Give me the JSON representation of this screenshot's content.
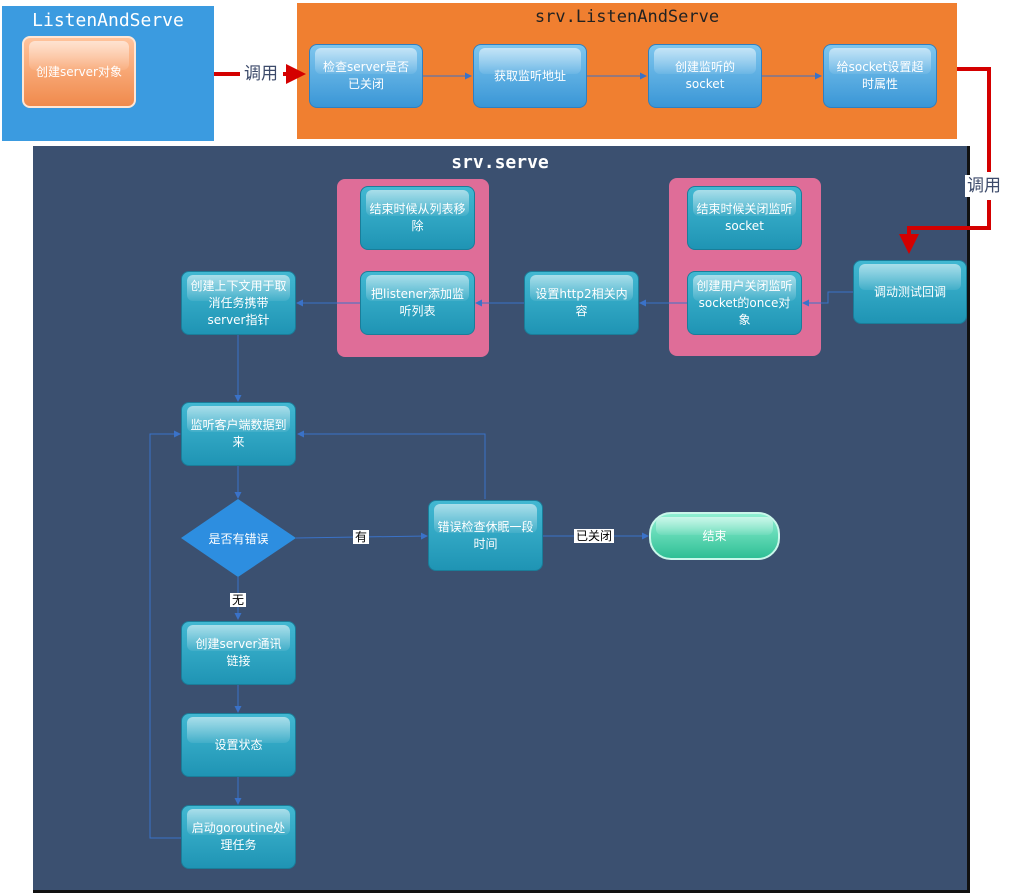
{
  "listen_panel": {
    "title": "ListenAndServe",
    "node": "创建server对象"
  },
  "srv_listen_panel": {
    "title": "srv.ListenAndServe",
    "steps": [
      "检查server是否已关闭",
      "获取监听地址",
      "创建监听的socket",
      "给socket设置超时属性"
    ]
  },
  "call_label_1": "调用",
  "call_label_2": "调用",
  "serve_panel": {
    "title": "srv.serve",
    "callback": "调动测试回调",
    "pink_right": {
      "top": "结束时候关闭监听socket",
      "bottom": "创建用户关闭监听socket的once对象"
    },
    "http2": "设置http2相关内容",
    "pink_left": {
      "top": "结束时候从列表移除",
      "bottom": "把listener添加监听列表"
    },
    "ctx": "创建上下文用于取消任务携带server指针",
    "listen_client": "监听客户端数据到来",
    "decision": "是否有错误",
    "yes_label": "有",
    "no_label": "无",
    "sleep": "错误检查休眠一段时间",
    "closed_label": "已关闭",
    "end": "结束",
    "create_conn": "创建server通讯链接",
    "set_state": "设置状态",
    "goroutine": "启动goroutine处理任务"
  },
  "colors": {
    "blue_panel": "#3b9be0",
    "orange_panel": "#f07f30",
    "navy_panel": "#3b5070",
    "pink_box": "#df6d98",
    "red_arrow": "#d40000"
  }
}
